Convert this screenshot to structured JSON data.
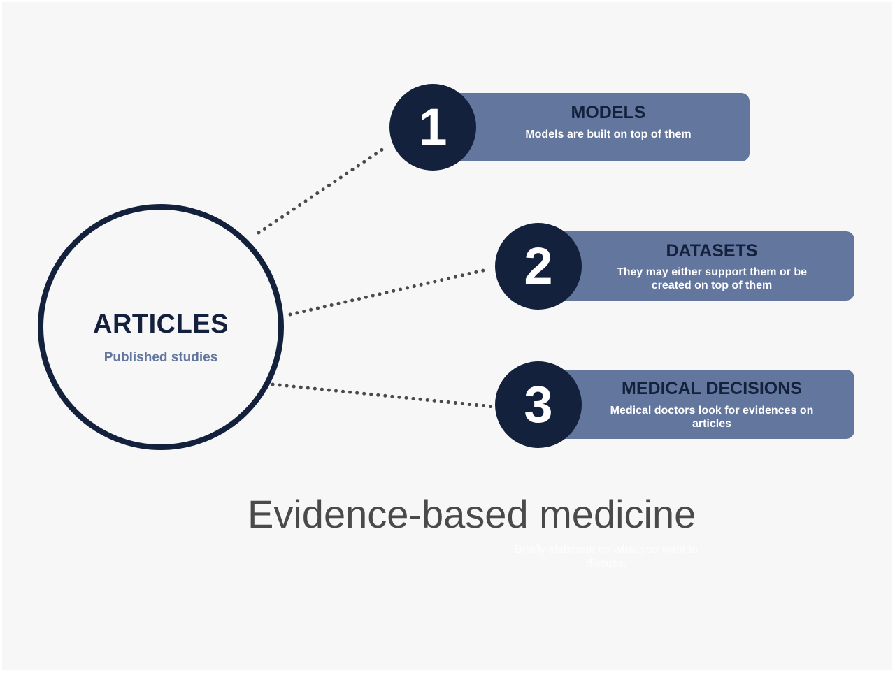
{
  "main_node": {
    "title": "ARTICLES",
    "subtitle": "Published studies"
  },
  "items": [
    {
      "number": "1",
      "title": "MODELS",
      "description": "Models are built on top of them"
    },
    {
      "number": "2",
      "title": "DATASETS",
      "description": "They may either support them or be created on top of them"
    },
    {
      "number": "3",
      "title": "MEDICAL DECISIONS",
      "description": "Medical doctors look for evidences on articles"
    }
  ],
  "heading": "Evidence-based medicine",
  "placeholder_note": "Briefly elaborate on what you want to discuss.",
  "colors": {
    "navy": "#13213d",
    "slate_blue": "#63769e",
    "background": "#f7f7f7",
    "connector": "#4a4a4a"
  }
}
